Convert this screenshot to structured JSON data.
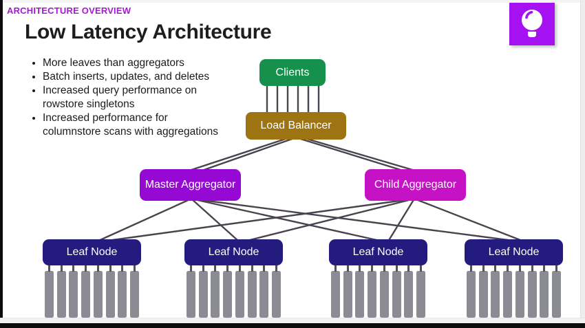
{
  "header": {
    "kicker": "ARCHITECTURE OVERVIEW",
    "title": "Low Latency Architecture",
    "kicker_color": "#a518d4"
  },
  "bullets": [
    "More leaves than aggregators",
    "Batch inserts, updates, and deletes",
    "Increased query performance on rowstore singletons",
    "Increased performance for columnstore scans with aggregations"
  ],
  "icon": {
    "name": "lightbulb-icon",
    "background": "#a511f0"
  },
  "diagram": {
    "line_color": "#49434e",
    "disk_color": "#8b8b94",
    "nodes": [
      {
        "id": "clients",
        "label": "Clients",
        "color": "#15914b"
      },
      {
        "id": "load-balancer",
        "label": "Load Balancer",
        "color": "#9e7413"
      },
      {
        "id": "master-aggregator",
        "label": "Master Aggregator",
        "color": "#9609d4"
      },
      {
        "id": "child-aggregator",
        "label": "Child Aggregator",
        "color": "#c512c5"
      },
      {
        "id": "leaf-node-1",
        "label": "Leaf Node",
        "color": "#241b7e"
      },
      {
        "id": "leaf-node-2",
        "label": "Leaf Node",
        "color": "#241b7e"
      },
      {
        "id": "leaf-node-3",
        "label": "Leaf Node",
        "color": "#241b7e"
      },
      {
        "id": "leaf-node-4",
        "label": "Leaf Node",
        "color": "#241b7e"
      }
    ],
    "edges": [
      {
        "from": "clients",
        "to": "load-balancer",
        "lines": 6
      },
      {
        "from": "load-balancer",
        "to": "master-aggregator",
        "lines": 2
      },
      {
        "from": "load-balancer",
        "to": "child-aggregator",
        "lines": 2
      },
      {
        "from": "master-aggregator",
        "to": "leaf-node-1",
        "lines": 1
      },
      {
        "from": "master-aggregator",
        "to": "leaf-node-2",
        "lines": 1
      },
      {
        "from": "master-aggregator",
        "to": "leaf-node-3",
        "lines": 1
      },
      {
        "from": "master-aggregator",
        "to": "leaf-node-4",
        "lines": 1
      },
      {
        "from": "child-aggregator",
        "to": "leaf-node-1",
        "lines": 1
      },
      {
        "from": "child-aggregator",
        "to": "leaf-node-2",
        "lines": 1
      },
      {
        "from": "child-aggregator",
        "to": "leaf-node-3",
        "lines": 1
      },
      {
        "from": "child-aggregator",
        "to": "leaf-node-4",
        "lines": 1
      }
    ],
    "disk_arrays": {
      "per_leaf": 8
    }
  }
}
